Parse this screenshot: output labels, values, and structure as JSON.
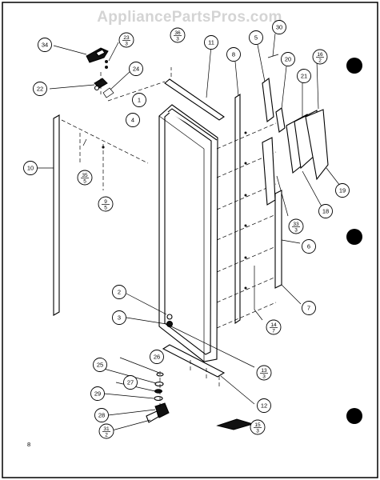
{
  "watermark": "AppliancePartsPros.com",
  "page_number": "8",
  "callouts": [
    {
      "id": "c34",
      "text": "34"
    },
    {
      "id": "c22",
      "text": "22"
    },
    {
      "id": "c24",
      "text": "24"
    },
    {
      "id": "c1",
      "text": "1"
    },
    {
      "id": "c4",
      "text": "4"
    },
    {
      "id": "c11",
      "text": "11"
    },
    {
      "id": "c8",
      "text": "8"
    },
    {
      "id": "c5",
      "text": "5"
    },
    {
      "id": "c30",
      "text": "30"
    },
    {
      "id": "c20",
      "text": "20"
    },
    {
      "id": "c21",
      "text": "21"
    },
    {
      "id": "c10",
      "text": "10"
    },
    {
      "id": "c19",
      "text": "19"
    },
    {
      "id": "c18",
      "text": "18"
    },
    {
      "id": "c6",
      "text": "6"
    },
    {
      "id": "c7",
      "text": "7"
    },
    {
      "id": "c2",
      "text": "2"
    },
    {
      "id": "c3",
      "text": "3"
    },
    {
      "id": "c12",
      "text": "12"
    },
    {
      "id": "c26",
      "text": "26"
    },
    {
      "id": "c25",
      "text": "25"
    },
    {
      "id": "c27",
      "text": "27"
    },
    {
      "id": "c29",
      "text": "29"
    },
    {
      "id": "c28",
      "text": "28"
    }
  ],
  "fractions": [
    {
      "id": "f23_3",
      "num": "23",
      "den": "3"
    },
    {
      "id": "f36_3",
      "num": "36",
      "den": "3"
    },
    {
      "id": "f16_2",
      "num": "16",
      "den": "2"
    },
    {
      "id": "f35_5",
      "num": "35",
      "den": "5"
    },
    {
      "id": "f9_5",
      "num": "9",
      "den": "5"
    },
    {
      "id": "f33_3",
      "num": "33",
      "den": "3"
    },
    {
      "id": "f14_7",
      "num": "14",
      "den": "7"
    },
    {
      "id": "f13_3",
      "num": "13",
      "den": "3"
    },
    {
      "id": "f15_3",
      "num": "15",
      "den": "3"
    },
    {
      "id": "f31_2",
      "num": "31",
      "den": "2"
    }
  ]
}
